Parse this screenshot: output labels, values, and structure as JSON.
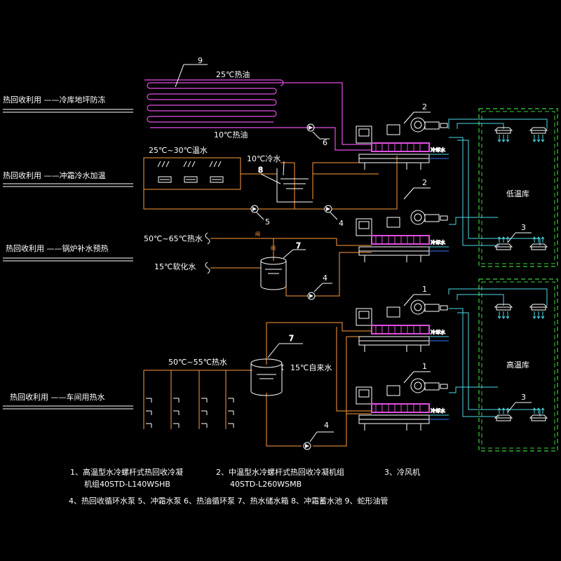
{
  "left_labels": [
    {
      "text": "热回收利用 ——冷库地坪防冻"
    },
    {
      "text": "热回收利用 ——冲霜冷水加温"
    },
    {
      "text": "热回收利用 ——锅炉补水预热"
    },
    {
      "text": "热回收利用 ——车间用热水"
    }
  ],
  "annotations": {
    "hot_oil_25": "25℃热油",
    "hot_oil_10": "10℃热油",
    "warm_water": "25℃~30℃温水",
    "cold_water": "10℃冷水",
    "hot_water_boiler": "50℃~65℃热水",
    "softened_water": "15℃软化水",
    "hot_water_workshop": "50℃~55℃热水",
    "tap_water": "15℃自来水",
    "low_temp_room": "低温库",
    "high_temp_room": "高温库",
    "unit_label": "冷却水"
  },
  "callouts": [
    "9",
    "2",
    "6",
    "8",
    "5",
    "4",
    "2",
    "3",
    "7",
    "4",
    "1",
    "7",
    "1",
    "3",
    "4"
  ],
  "legend": {
    "line1": "1、高温型水冷螺杆式热回收冷凝",
    "line1b": "2、中温型水冷螺杆式热回收冷凝机组",
    "line1c": "3、冷风机",
    "line2": "机组40STD-L140WSHB",
    "line2b": "40STD-L260WSMB",
    "line3": "4、热回收循环水泵 5、冲霜水泵 6、热油循环泵 7、热水储水箱 8、冲霜蓄水池 9、蛇形油管"
  },
  "colors": {
    "pipe_hot": "#e24fe2",
    "pipe_water": "#ff9b3c",
    "pipe_cool": "#4fd8e6",
    "room_border": "#3dcf3d",
    "unit": "#ffffff",
    "text": "#ffffff"
  }
}
